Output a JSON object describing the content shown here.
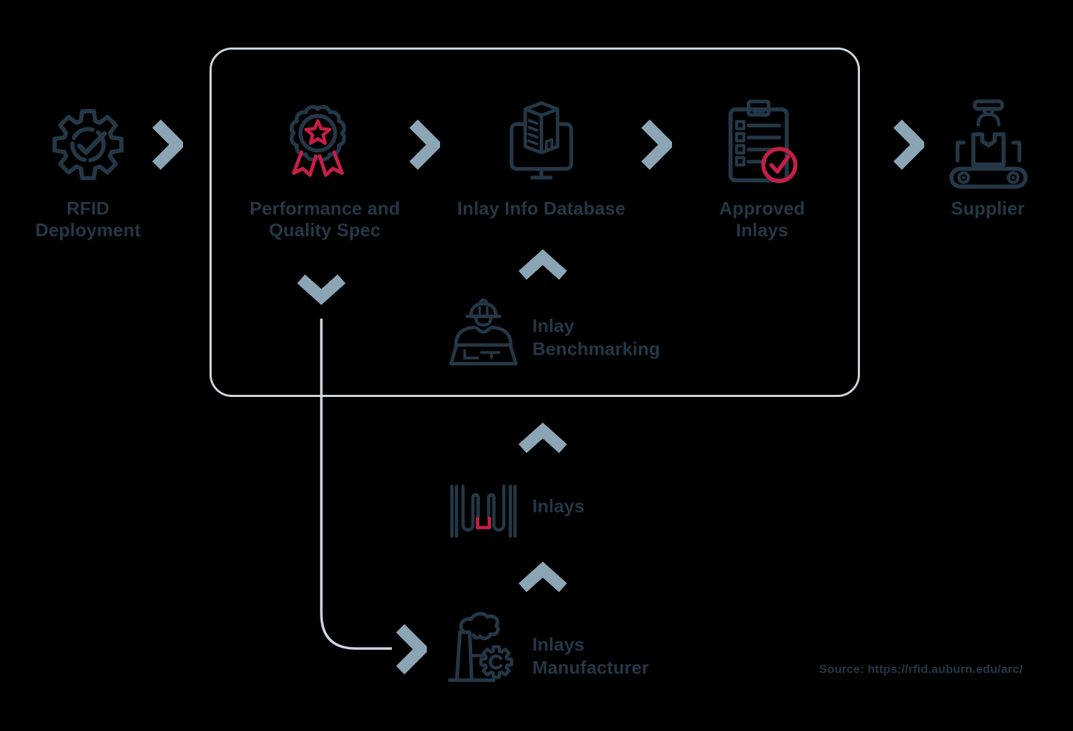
{
  "colors": {
    "navy": "#243746",
    "steel": "#8ca5b5",
    "line": "#cdd8e0",
    "red": "#c41f45",
    "background": "#000000"
  },
  "nodes": {
    "rfid_deployment": {
      "lines": [
        "RFID",
        "Deployment"
      ],
      "icon": "gear-checkmark-icon"
    },
    "performance_quality_spec": {
      "lines": [
        "Performance and",
        "Quality Spec"
      ],
      "icon": "award-medal-icon"
    },
    "inlay_info_database": {
      "lines": [
        "Inlay Info Database"
      ],
      "icon": "monitor-database-icon"
    },
    "approved_inlays": {
      "lines": [
        "Approved",
        "Inlays"
      ],
      "icon": "clipboard-checklist-icon"
    },
    "supplier": {
      "lines": [
        "Supplier"
      ],
      "icon": "conveyor-belt-icon"
    },
    "inlay_benchmarking": {
      "lines": [
        "Inlay",
        "Benchmarking"
      ],
      "icon": "engineer-worktable-icon"
    },
    "inlays": {
      "lines": [
        "Inlays"
      ],
      "icon": "rfid-inlay-antenna-icon"
    },
    "inlays_manufacturer": {
      "lines": [
        "Inlays",
        "Manufacturer"
      ],
      "icon": "factory-gear-icon"
    }
  },
  "source": {
    "text": "Source: https://rfid.auburn.edu/arc/"
  }
}
